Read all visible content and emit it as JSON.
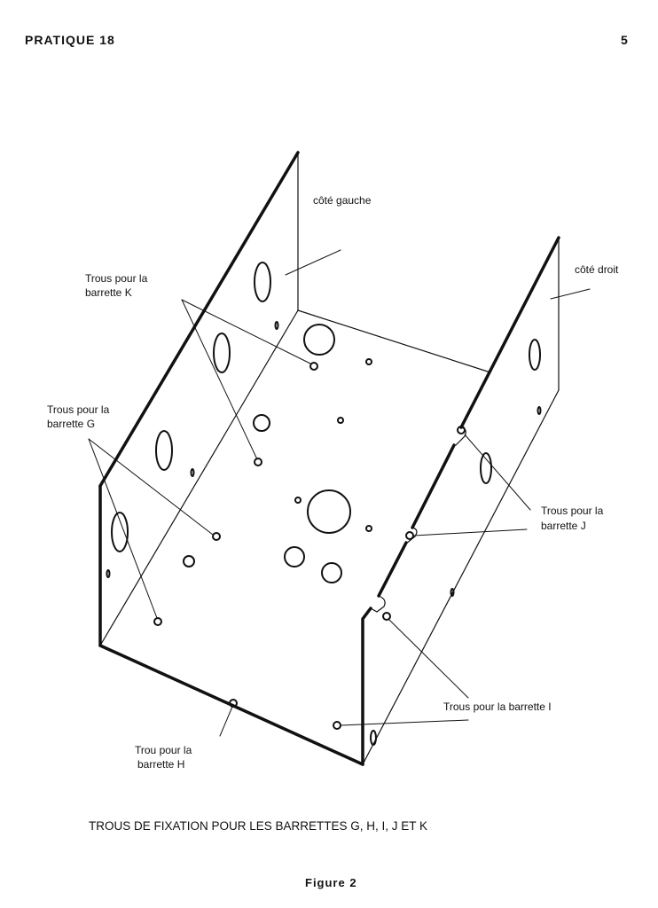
{
  "header": {
    "running_title": "PRATIQUE 18",
    "page_number": "5"
  },
  "figure": {
    "labels": {
      "left_side": "côté gauche",
      "right_side": "côté droit",
      "holes_k_line1": "Trous pour la",
      "holes_k_line2": "barrette K",
      "holes_g_line1": "Trous pour la",
      "holes_g_line2": "barrette G",
      "holes_j_line1": "Trous pour la",
      "holes_j_line2": "barrette J",
      "holes_i": "Trous pour la barrette I",
      "hole_h_line1": "Trou pour la",
      "hole_h_line2": "barrette H"
    },
    "caption": "TROUS DE FIXATION POUR LES BARRETTES G, H, I, J ET K",
    "number": "Figure 2"
  }
}
